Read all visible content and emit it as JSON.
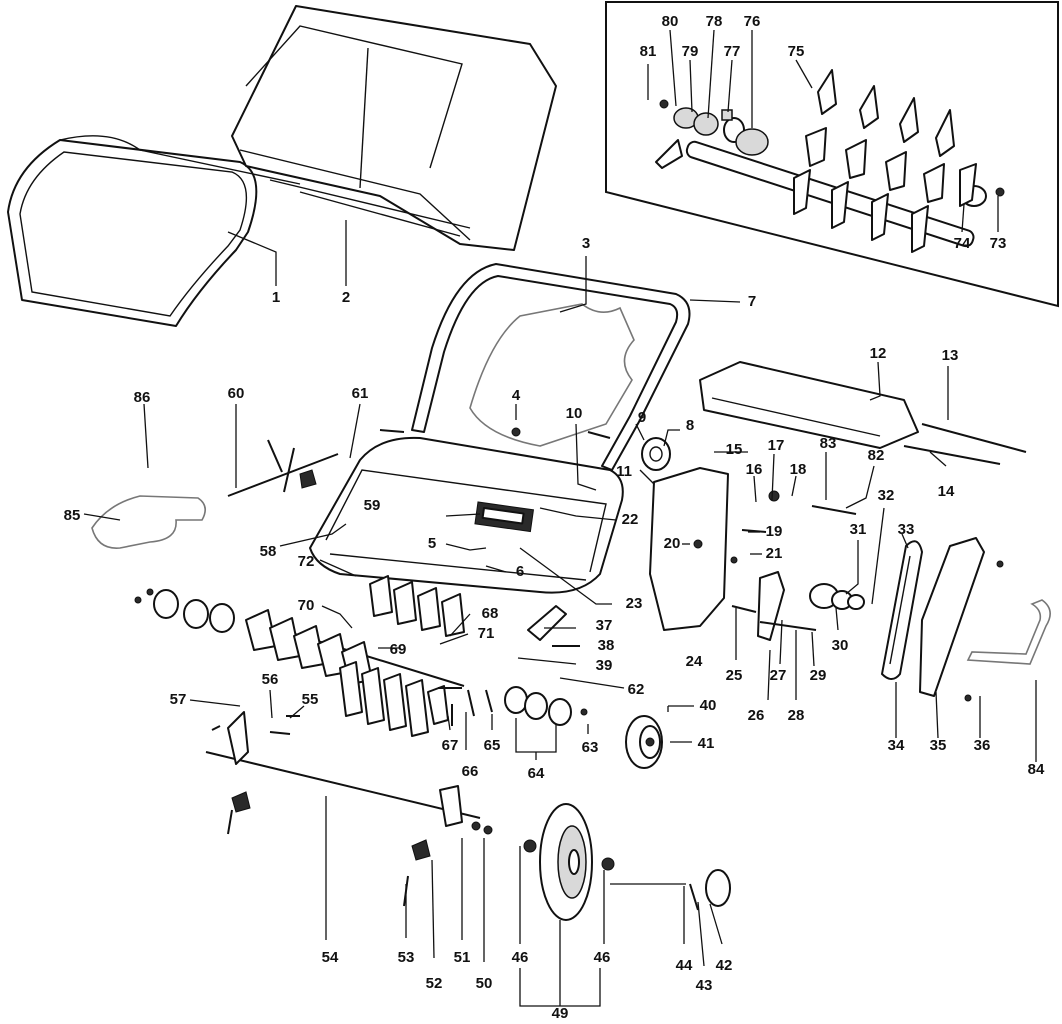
{
  "callouts": {
    "c1": "1",
    "c2": "2",
    "c3": "3",
    "c4": "4",
    "c5": "5",
    "c6": "6",
    "c7": "7",
    "c8": "8",
    "c9": "9",
    "c10": "10",
    "c11": "11",
    "c12": "12",
    "c13": "13",
    "c14": "14",
    "c15": "15",
    "c16": "16",
    "c17": "17",
    "c18": "18",
    "c19": "19",
    "c20": "20",
    "c21": "21",
    "c22": "22",
    "c23": "23",
    "c24": "24",
    "c25": "25",
    "c26": "26",
    "c27": "27",
    "c28": "28",
    "c29": "29",
    "c30": "30",
    "c31": "31",
    "c32": "32",
    "c33": "33",
    "c34": "34",
    "c35": "35",
    "c36": "36",
    "c37": "37",
    "c38": "38",
    "c39": "39",
    "c40": "40",
    "c41": "41",
    "c42": "42",
    "c43": "43",
    "c44": "44",
    "c46a": "46",
    "c46b": "46",
    "c49": "49",
    "c50": "50",
    "c51": "51",
    "c52": "52",
    "c53": "53",
    "c54": "54",
    "c55": "55",
    "c56": "56",
    "c57": "57",
    "c58": "58",
    "c59": "59",
    "c60": "60",
    "c61": "61",
    "c62": "62",
    "c63": "63",
    "c64": "64",
    "c65": "65",
    "c66": "66",
    "c67": "67",
    "c68": "68",
    "c69": "69",
    "c70": "70",
    "c71": "71",
    "c72": "72",
    "c73": "73",
    "c74": "74",
    "c75": "75",
    "c76": "76",
    "c77": "77",
    "c78": "78",
    "c79": "79",
    "c80": "80",
    "c81": "81",
    "c82": "82",
    "c83": "83",
    "c84": "84",
    "c85": "85",
    "c86": "86"
  }
}
